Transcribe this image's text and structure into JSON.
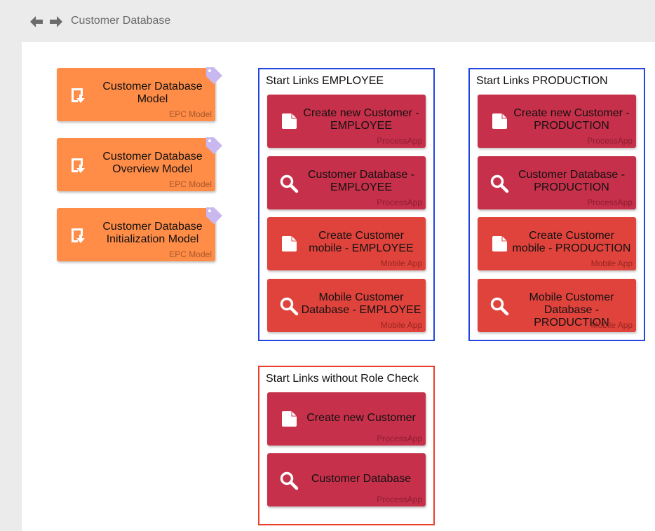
{
  "topbar": {
    "breadcrumb": "Customer Database"
  },
  "epc_models": [
    {
      "title_line1": "Customer Database",
      "title_line2": "Model",
      "type": "EPC Model"
    },
    {
      "title_line1": "Customer Database",
      "title_line2": "Overview Model",
      "type": "EPC Model"
    },
    {
      "title_line1": "Customer Database",
      "title_line2": "Initialization Model",
      "type": "EPC Model"
    }
  ],
  "groups": {
    "employee": {
      "title": "Start Links EMPLOYEE",
      "border_color": "#2346e0",
      "tiles": [
        {
          "line1": "Create new Customer -",
          "line2": "EMPLOYEE",
          "type": "ProcessApp",
          "icon": "document-icon"
        },
        {
          "line1": "Customer Database -",
          "line2": "EMPLOYEE",
          "type": "ProcessApp",
          "icon": "search-icon"
        },
        {
          "line1": "Create Customer",
          "line2": "mobile - EMPLOYEE",
          "type": "Mobile App",
          "icon": "document-icon"
        },
        {
          "line1": "Mobile Customer",
          "line2": "Database - EMPLOYEE",
          "type": "Mobile App",
          "icon": "search-icon"
        }
      ]
    },
    "production": {
      "title": "Start Links PRODUCTION",
      "border_color": "#2346e0",
      "tiles": [
        {
          "line1": "Create new Customer -",
          "line2": "PRODUCTION",
          "type": "ProcessApp",
          "icon": "document-icon"
        },
        {
          "line1": "Customer Database -",
          "line2": "PRODUCTION",
          "type": "ProcessApp",
          "icon": "search-icon"
        },
        {
          "line1": "Create Customer",
          "line2": "mobile - PRODUCTION",
          "type": "Mobile App",
          "icon": "document-icon"
        },
        {
          "line1": "Mobile Customer",
          "line2": "Database - PRODUCTION",
          "type": "Mobile App",
          "icon": "search-icon"
        }
      ]
    },
    "norole": {
      "title": "Start Links without Role Check",
      "border_color": "#e8402a",
      "tiles": [
        {
          "line1": "Create new Customer",
          "type": "ProcessApp",
          "icon": "document-icon"
        },
        {
          "line1": "Customer Database",
          "type": "ProcessApp",
          "icon": "search-icon"
        }
      ]
    }
  },
  "colors": {
    "epc": "#ff8c47",
    "process_app": "#c7304a",
    "mobile_app": "#e0433c",
    "tag": "#c9b8f0"
  }
}
